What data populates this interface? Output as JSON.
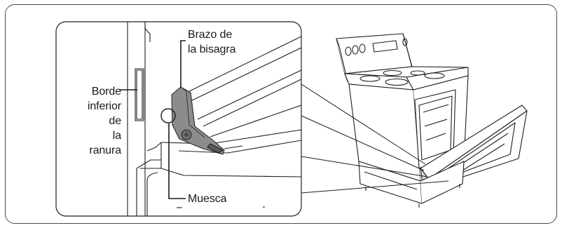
{
  "labels": {
    "hinge_arm": [
      "Brazo de",
      "la bisagra"
    ],
    "slot_bottom_edge": [
      "Borde",
      "inferior de",
      "la ranura"
    ],
    "notch": "Muesca"
  },
  "colors": {
    "line": "#1f1f1f",
    "hinge_fill": "#8c8c8c",
    "hinge_dark": "#5a5a5a",
    "frame": "#4a4a4a"
  }
}
